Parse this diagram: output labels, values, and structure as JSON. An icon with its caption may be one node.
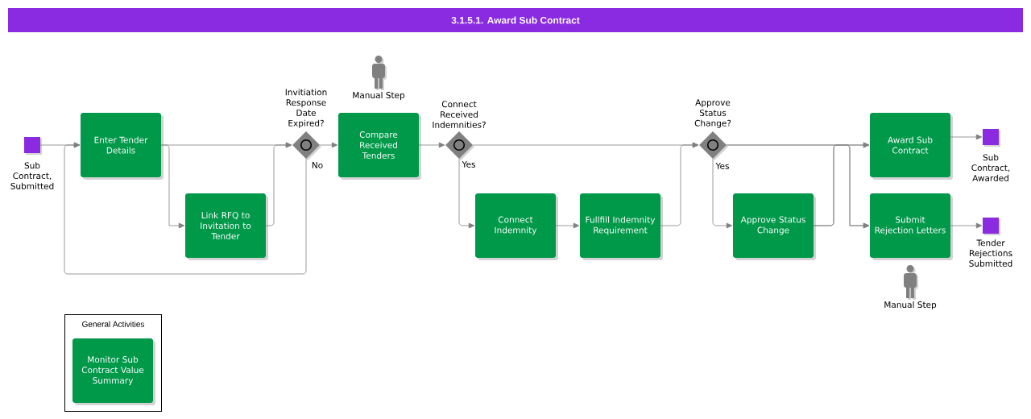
{
  "diagram": {
    "title": "3.1.5.1. Award Sub Contract",
    "nodes": [
      {
        "text": [
          "Sub Contract, Submitted"
        ]
      },
      {
        "text": [
          "Enter Tender Details"
        ]
      },
      {
        "text": [
          "Link RFQ to Invitation to Tender"
        ]
      },
      {
        "text": [
          "Invitiation Response Date Expired?"
        ]
      },
      {
        "text": [
          "Compare Received Tenders"
        ]
      },
      {
        "text": [
          "Connect Received Indemnities?"
        ]
      },
      {
        "text": [
          "Connect Indemnity"
        ]
      },
      {
        "text": [
          "Fullfill Indemnity Requirement"
        ]
      },
      {
        "text": [
          "Approve Status Change?"
        ]
      },
      {
        "text": [
          "Approve Status Change"
        ]
      },
      {
        "text": [
          "Award Sub Contract"
        ]
      },
      {
        "text": [
          "Submit Rejection Letters"
        ]
      },
      {
        "text": [
          "Sub Contract, Awarded"
        ]
      },
      {
        "text": [
          "Tender Rejections Submitted"
        ]
      },
      {
        "text": [
          "General Activities"
        ]
      },
      {
        "text": [
          "Monitor Sub Contract Value Summary"
        ],
        "in": 14
      }
    ],
    "edges": [
      {
        "from": 0,
        "to": 1,
        "arrow": "to"
      },
      {
        "from": 1,
        "to": 3,
        "arrow": "to"
      },
      {
        "from": 1,
        "to": 2,
        "arrow": "to"
      },
      {
        "from": 2,
        "to": 3,
        "arrow": "to"
      },
      {
        "from": 3,
        "to": 4,
        "arrow": "to"
      },
      {
        "from": 3,
        "to": 1,
        "arrow": "to",
        "label": "No"
      },
      {
        "from": 4,
        "to": 5,
        "arrow": "to"
      },
      {
        "from": 5,
        "to": 8,
        "arrow": "to"
      },
      {
        "from": 5,
        "to": 6,
        "arrow": "to",
        "label": "Yes"
      },
      {
        "from": 6,
        "to": 7,
        "arrow": "to"
      },
      {
        "from": 7,
        "to": 8,
        "arrow": "to"
      },
      {
        "from": 8,
        "to": 10,
        "arrow": "to"
      },
      {
        "from": 8,
        "to": 11,
        "arrow": "to"
      },
      {
        "from": 8,
        "to": 9,
        "arrow": "to",
        "label": "Yes"
      },
      {
        "from": 9,
        "to": 10,
        "arrow": "to"
      },
      {
        "from": 9,
        "to": 11,
        "arrow": "to"
      },
      {
        "from": 10,
        "to": 12,
        "arrow": "to"
      },
      {
        "from": 11,
        "to": 13,
        "arrow": "to"
      }
    ],
    "labels": [
      "Manual Step",
      "Manual Step"
    ]
  }
}
